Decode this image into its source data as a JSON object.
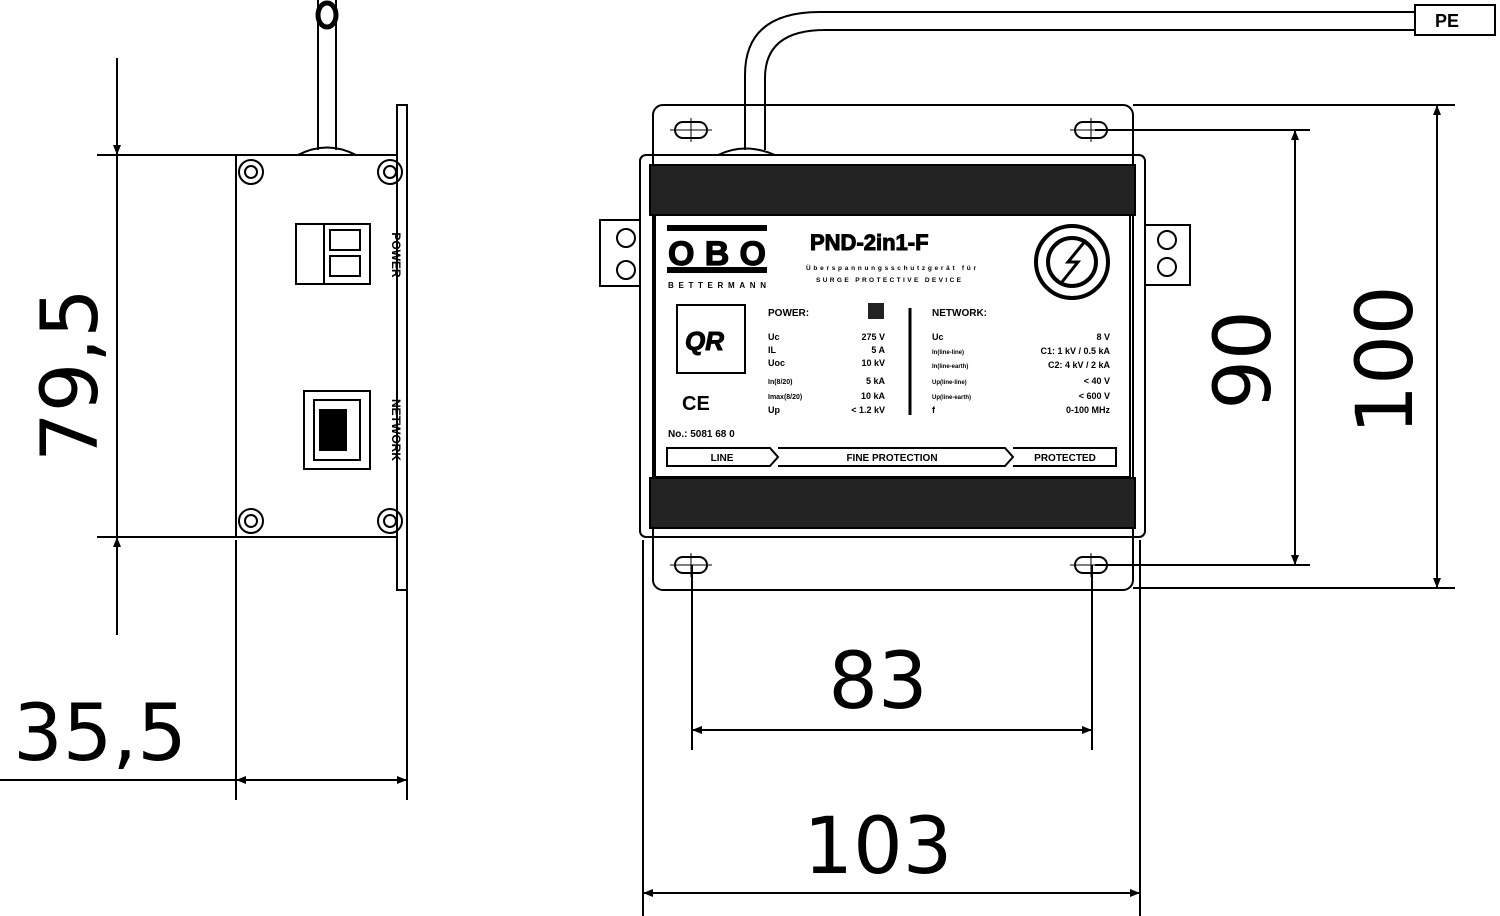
{
  "dimensions": {
    "height_side": "79,5",
    "depth": "35,5",
    "hole_spacing_v": "90",
    "height_total": "100",
    "hole_spacing_h": "83",
    "width_total": "103"
  },
  "side_view": {
    "power_label": "POWER",
    "network_label": "NETWORK"
  },
  "label": {
    "brand": "OBO",
    "brand_sub": "BETTERMANN",
    "model": "PND-2in1-F",
    "subtitle1": "Überspannungsschutzgerät für",
    "subtitle2": "SURGE PROTECTIVE DEVICE",
    "qr": "QR",
    "ce": "CE",
    "article_no": "No.: 5081 68 0",
    "power_heading": "POWER:",
    "power_rows": [
      {
        "sym": "Uc",
        "val": "275 V"
      },
      {
        "sym": "IL",
        "val": "5 A"
      },
      {
        "sym": "Uoc",
        "val": "10 kV"
      },
      {
        "sym": "In(8/20)",
        "val": "5 kA"
      },
      {
        "sym": "Imax(8/20)",
        "val": "10 kA"
      },
      {
        "sym": "Up",
        "val": "< 1.2 kV"
      }
    ],
    "network_heading": "NETWORK:",
    "network_rows": [
      {
        "sym": "Uc",
        "val": "8 V"
      },
      {
        "sym": "In(line-line)",
        "val": "C1: 1 kV / 0.5 kA"
      },
      {
        "sym": "In(line-earth)",
        "val": "C2: 4 kV / 2 kA"
      },
      {
        "sym": "Up(line-line)",
        "val": "< 40 V"
      },
      {
        "sym": "Up(line-earth)",
        "val": "< 600 V"
      },
      {
        "sym": "f",
        "val": "0-100 MHz"
      }
    ],
    "flow": [
      "LINE",
      "FINE PROTECTION",
      "PROTECTED"
    ],
    "pe": "PE"
  }
}
